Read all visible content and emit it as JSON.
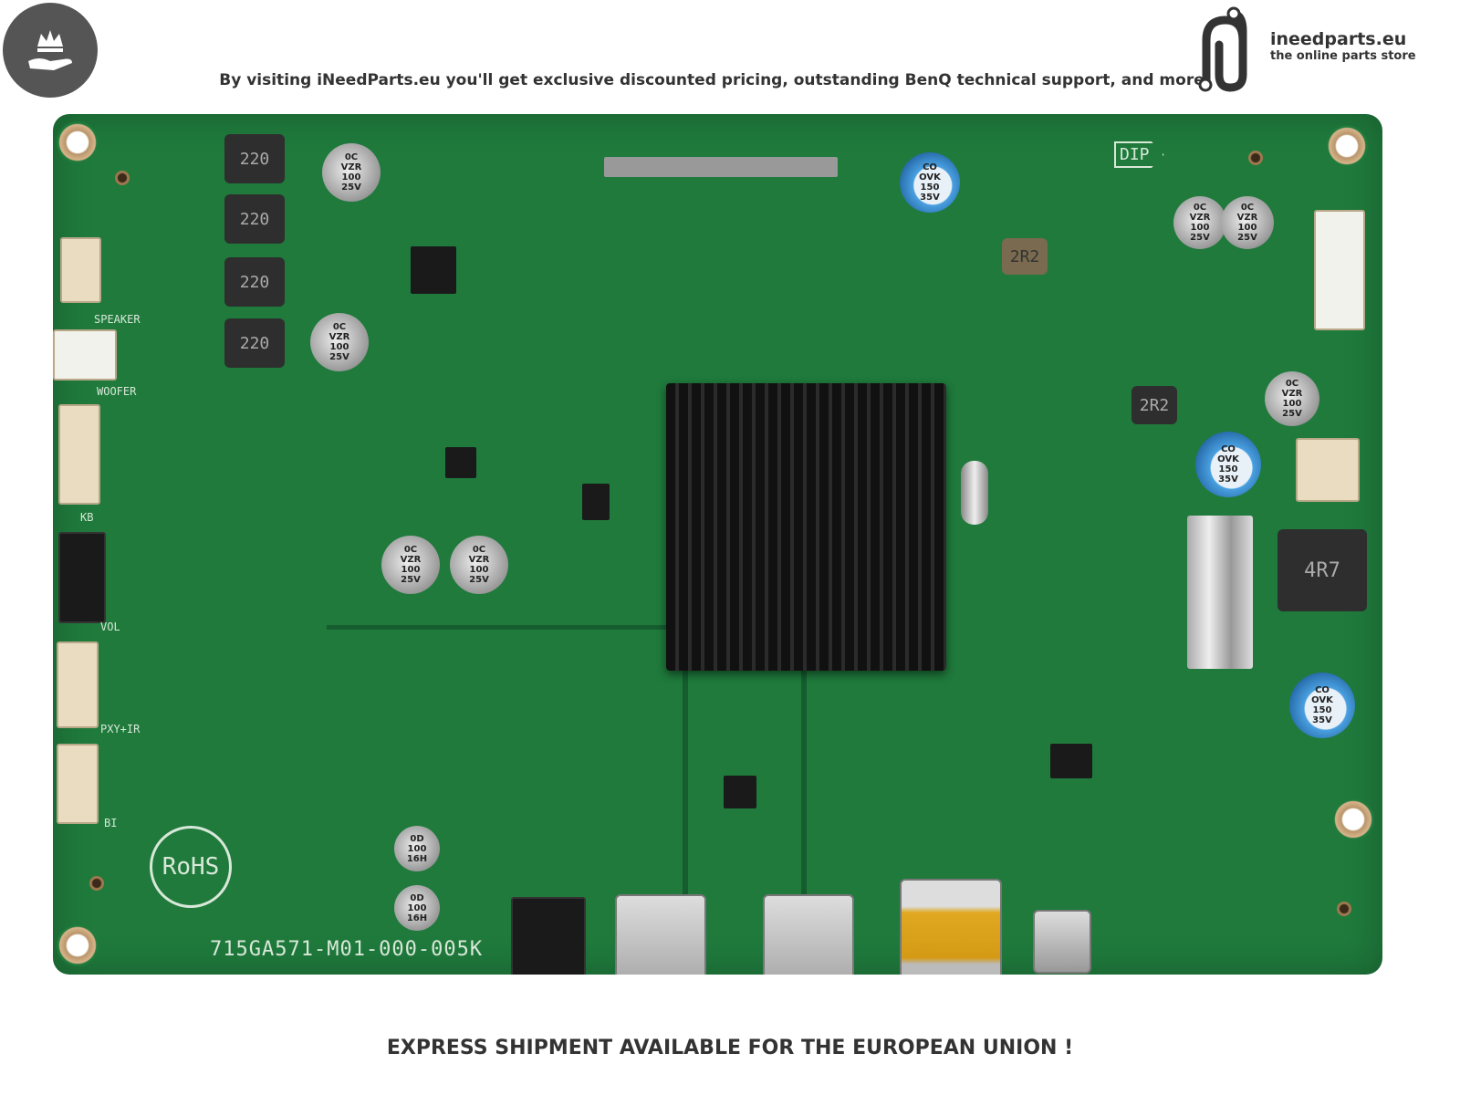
{
  "header": {
    "tagline": "By visiting iNeedParts.eu you'll get exclusive discounted pricing, outstanding BenQ technical support, and more"
  },
  "logo": {
    "name": "ineedparts.eu",
    "subtitle": "the online parts store"
  },
  "badge": {
    "icon": "crown-hand-icon"
  },
  "footer": {
    "text": "EXPRESS SHIPMENT AVAILABLE FOR THE EUROPEAN UNION !"
  },
  "board": {
    "part_number": "715GA571-M01-000-005K",
    "rohs": "RoHS",
    "dip": "DIP",
    "connectors": {
      "speaker": "SPEAKER",
      "woofer": "WOOFER",
      "kb": "KB",
      "vol": "VOL",
      "pxy_ir": "PXY+IR",
      "bi": "BI"
    },
    "chokes": [
      "220",
      "220",
      "220",
      "220",
      "4R7",
      "2R2",
      "2R2"
    ],
    "caps": {
      "vzr": "0C\nVZR\n100\n25V",
      "ovk": "CO\nOVK\n150\n35V",
      "od": "0D\n100\n16H"
    },
    "colors": {
      "pcb": "#1f7a3c",
      "silkscreen": "#d8e8d8"
    }
  }
}
